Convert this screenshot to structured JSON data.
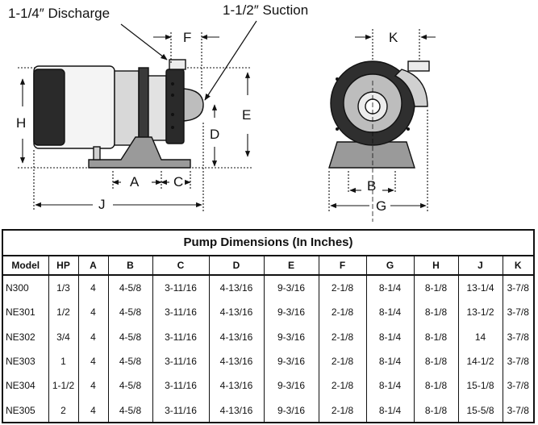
{
  "drawing": {
    "callouts": {
      "discharge": "1-1/4″ Discharge",
      "suction": "1-1/2″ Suction"
    },
    "dimensions": {
      "f": "F",
      "e": "E",
      "h": "H",
      "d": "D",
      "a": "A",
      "c": "C",
      "j": "J",
      "k": "K",
      "b": "B",
      "g": "G"
    }
  },
  "table": {
    "title": "Pump Dimensions (In Inches)",
    "headers": [
      "Model",
      "HP",
      "A",
      "B",
      "C",
      "D",
      "E",
      "F",
      "G",
      "H",
      "J",
      "K"
    ],
    "rows": [
      [
        "N300",
        "1/3",
        "4",
        "4-5/8",
        "3-11/16",
        "4-13/16",
        "9-3/16",
        "2-1/8",
        "8-1/4",
        "8-1/8",
        "13-1/4",
        "3-7/8"
      ],
      [
        "NE301",
        "1/2",
        "4",
        "4-5/8",
        "3-11/16",
        "4-13/16",
        "9-3/16",
        "2-1/8",
        "8-1/4",
        "8-1/8",
        "13-1/2",
        "3-7/8"
      ],
      [
        "NE302",
        "3/4",
        "4",
        "4-5/8",
        "3-11/16",
        "4-13/16",
        "9-3/16",
        "2-1/8",
        "8-1/4",
        "8-1/8",
        "14",
        "3-7/8"
      ],
      [
        "NE303",
        "1",
        "4",
        "4-5/8",
        "3-11/16",
        "4-13/16",
        "9-3/16",
        "2-1/8",
        "8-1/4",
        "8-1/8",
        "14-1/2",
        "3-7/8"
      ],
      [
        "NE304",
        "1-1/2",
        "4",
        "4-5/8",
        "3-11/16",
        "4-13/16",
        "9-3/16",
        "2-1/8",
        "8-1/4",
        "8-1/8",
        "15-1/8",
        "3-7/8"
      ],
      [
        "NE305",
        "2",
        "4",
        "4-5/8",
        "3-11/16",
        "4-13/16",
        "9-3/16",
        "2-1/8",
        "8-1/4",
        "8-1/8",
        "15-5/8",
        "3-7/8"
      ]
    ]
  }
}
